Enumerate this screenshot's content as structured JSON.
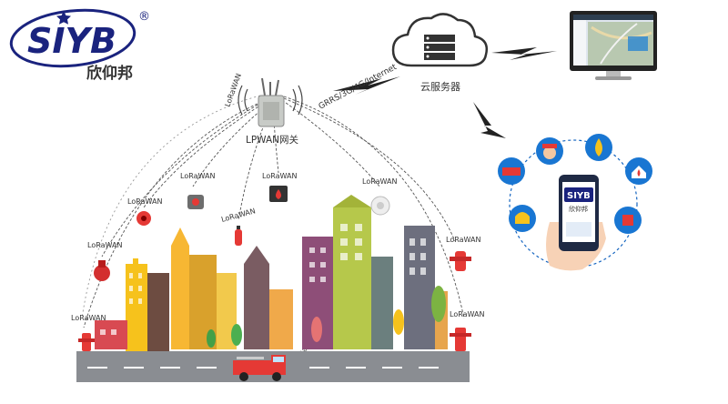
{
  "brand": {
    "logo_text": "SIYB",
    "registered_mark": "®",
    "chinese_name": "欣仰邦"
  },
  "gateway": {
    "label": "LPWAN网关"
  },
  "cloud": {
    "label": "云服务器"
  },
  "link": {
    "label": "GRRS/3G/4G/Internet"
  },
  "sensor_labels": [
    "LoRaWAN",
    "LoRaWAN",
    "LoRaWAN",
    "LoRaWAN",
    "LoRaWAN",
    "LoRaWAN",
    "LoRaWAN",
    "LoRaWAN",
    "LoRaWAN",
    "LoRaWAN",
    "LoRaWAN"
  ],
  "phone": {
    "app_logo": "SIYB",
    "app_sub": "欣仰邦"
  },
  "colors": {
    "brand_blue": "#1a237e",
    "accent_yellow": "#f6c21c",
    "fire_red": "#e53935",
    "road": "#8a8d92",
    "app_circle": "#1565c0"
  },
  "icons": [
    "router-icon",
    "cloud-server-icon",
    "monitor-icon",
    "smartphone-icon",
    "fire-truck-icon",
    "firefighter-icon",
    "flame-icon",
    "house-fire-icon",
    "alarm-light-icon",
    "smoke-detector-icon",
    "fire-hydrant-icon",
    "fire-extinguisher-icon",
    "fire-bell-icon",
    "lightning-icon"
  ]
}
